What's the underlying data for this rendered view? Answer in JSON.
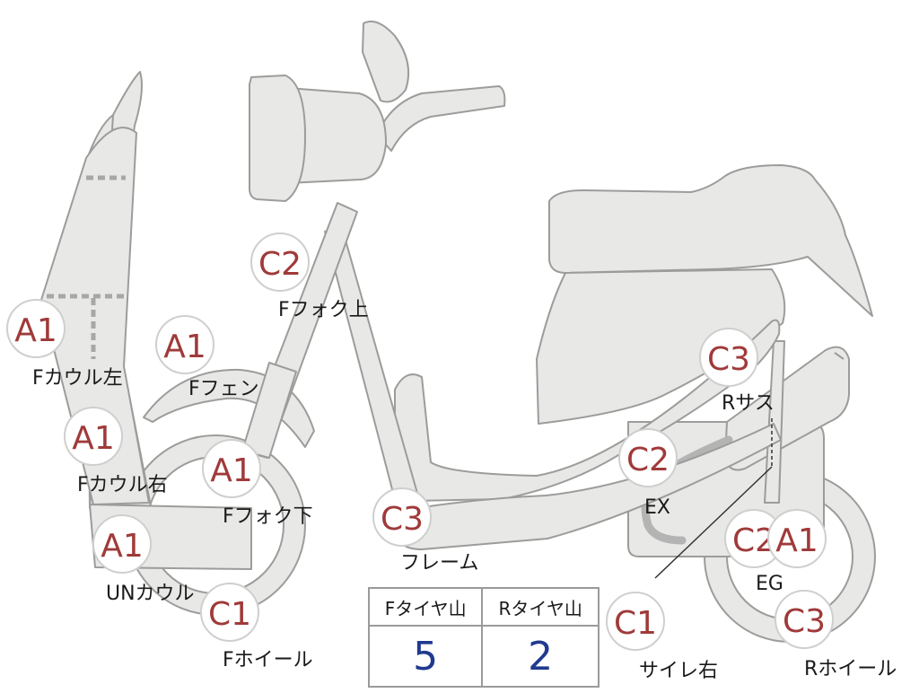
{
  "badges": [
    {
      "code": "A1",
      "label": "Fカウル左"
    },
    {
      "code": "A1",
      "label": "Fカウル右"
    },
    {
      "code": "A1",
      "label": "UNカウル"
    },
    {
      "code": "A1",
      "label": "Fフェン"
    },
    {
      "code": "A1",
      "label": "Fフォク下"
    },
    {
      "code": "C2",
      "label": "Fフォク上"
    },
    {
      "code": "C1",
      "label": "Fホイール"
    },
    {
      "code": "C3",
      "label": "フレーム"
    },
    {
      "code": "C2",
      "label": "EX"
    },
    {
      "code": "C3",
      "label": "Rサス"
    },
    {
      "code": "C2",
      "label": "EG"
    },
    {
      "code": "A1",
      "label": ""
    },
    {
      "code": "C1",
      "label": "サイレ右"
    },
    {
      "code": "C3",
      "label": "Rホイール"
    }
  ],
  "tire_table": {
    "headers": [
      "Fタイヤ山",
      "Rタイヤ山"
    ],
    "values": [
      "5",
      "2"
    ]
  },
  "colors": {
    "part_fill": "#e8e8e6",
    "outline": "#9c9c9a",
    "code_red": "#a03a3a",
    "value_blue": "#1f3a8f"
  }
}
